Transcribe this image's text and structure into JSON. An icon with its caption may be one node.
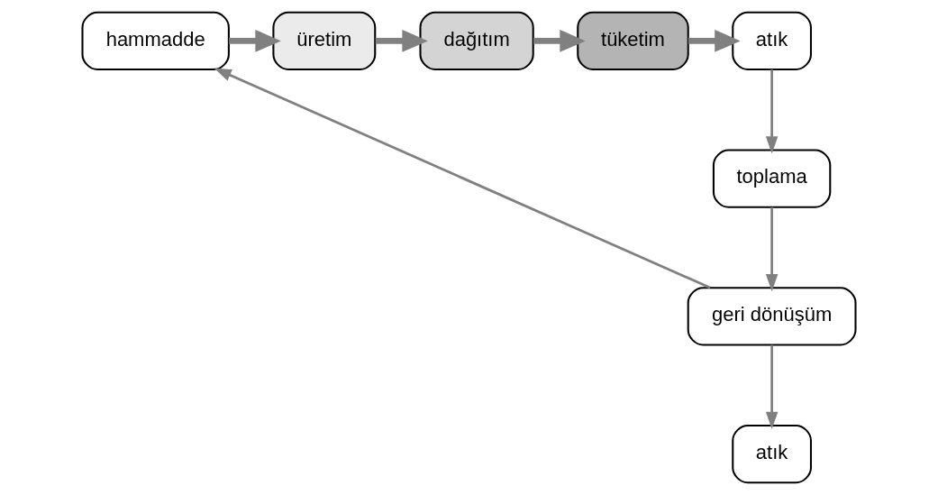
{
  "diagram": {
    "nodes": [
      {
        "text": [
          "hammadde"
        ]
      },
      {
        "text": [
          "üretim"
        ]
      },
      {
        "text": [
          "dağıtım"
        ]
      },
      {
        "text": [
          "tüketim"
        ]
      },
      {
        "text": [
          "atık"
        ]
      },
      {
        "text": [
          "toplama"
        ]
      },
      {
        "text": [
          "geri dönüşüm"
        ]
      },
      {
        "text": [
          "atık"
        ]
      }
    ],
    "edges": [
      {
        "from": 0,
        "to": 1,
        "arrow": "to",
        "style": "thick"
      },
      {
        "from": 1,
        "to": 2,
        "arrow": "to",
        "style": "thick"
      },
      {
        "from": 2,
        "to": 3,
        "arrow": "to",
        "style": "thick"
      },
      {
        "from": 3,
        "to": 4,
        "arrow": "to",
        "style": "thick"
      },
      {
        "from": 4,
        "to": 5,
        "arrow": "to"
      },
      {
        "from": 5,
        "to": 6,
        "arrow": "to"
      },
      {
        "from": 6,
        "to": 0,
        "arrow": "to"
      },
      {
        "from": 6,
        "to": 7,
        "arrow": "to"
      }
    ]
  }
}
